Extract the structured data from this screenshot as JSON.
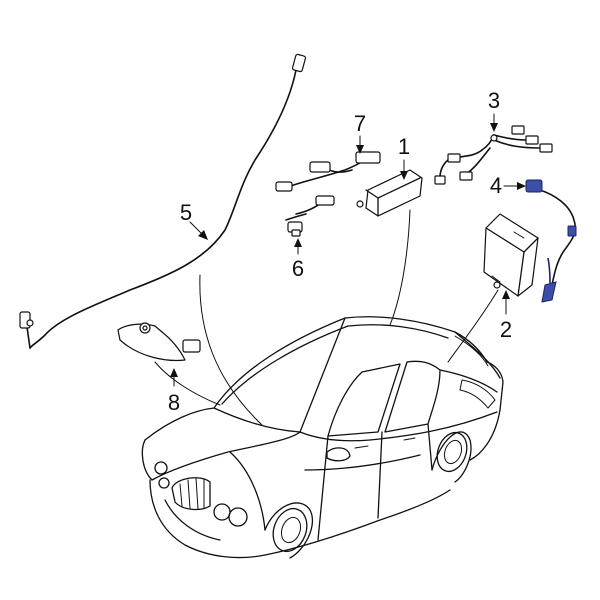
{
  "callouts": {
    "c1": "1",
    "c2": "2",
    "c3": "3",
    "c4": "4",
    "c5": "5",
    "c6": "6",
    "c7": "7",
    "c8": "8"
  },
  "colors": {
    "line": "#111111",
    "highlight": "#3c4ea8",
    "background": "#ffffff"
  }
}
